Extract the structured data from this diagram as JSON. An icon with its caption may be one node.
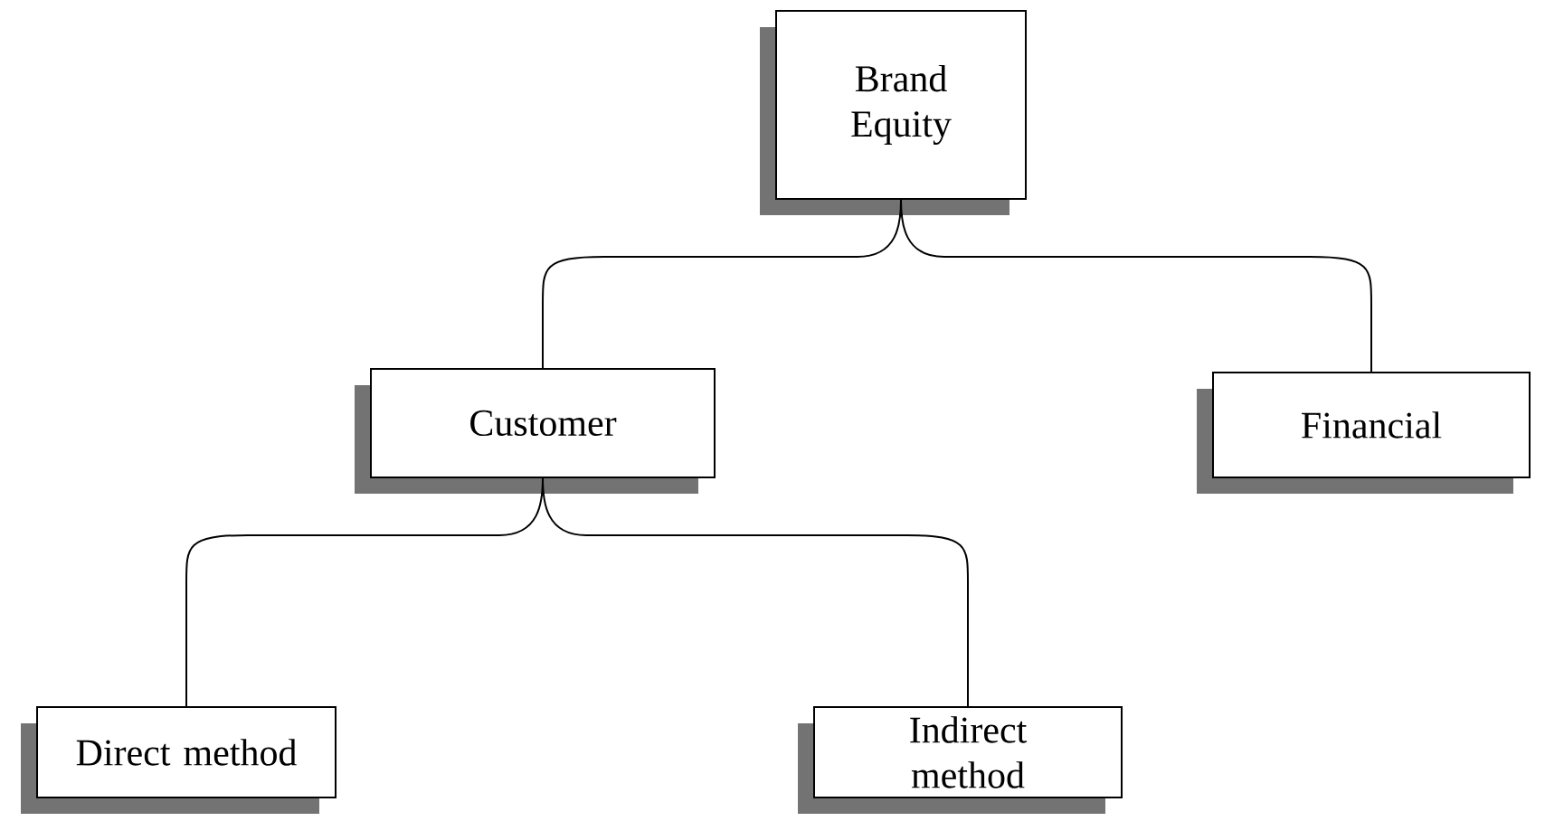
{
  "diagram": {
    "nodes": [
      {
        "text": [
          "Brand Equity"
        ]
      },
      {
        "text": [
          "Customer"
        ]
      },
      {
        "text": [
          "Financial"
        ]
      },
      {
        "text": [
          "Direct method"
        ]
      },
      {
        "text": [
          "Indirect method"
        ]
      }
    ],
    "edges": [
      {
        "from": 0,
        "to": 1,
        "arrow": "none"
      },
      {
        "from": 0,
        "to": 2,
        "arrow": "none"
      },
      {
        "from": 1,
        "to": 3,
        "arrow": "none"
      },
      {
        "from": 1,
        "to": 4,
        "arrow": "none"
      }
    ]
  }
}
